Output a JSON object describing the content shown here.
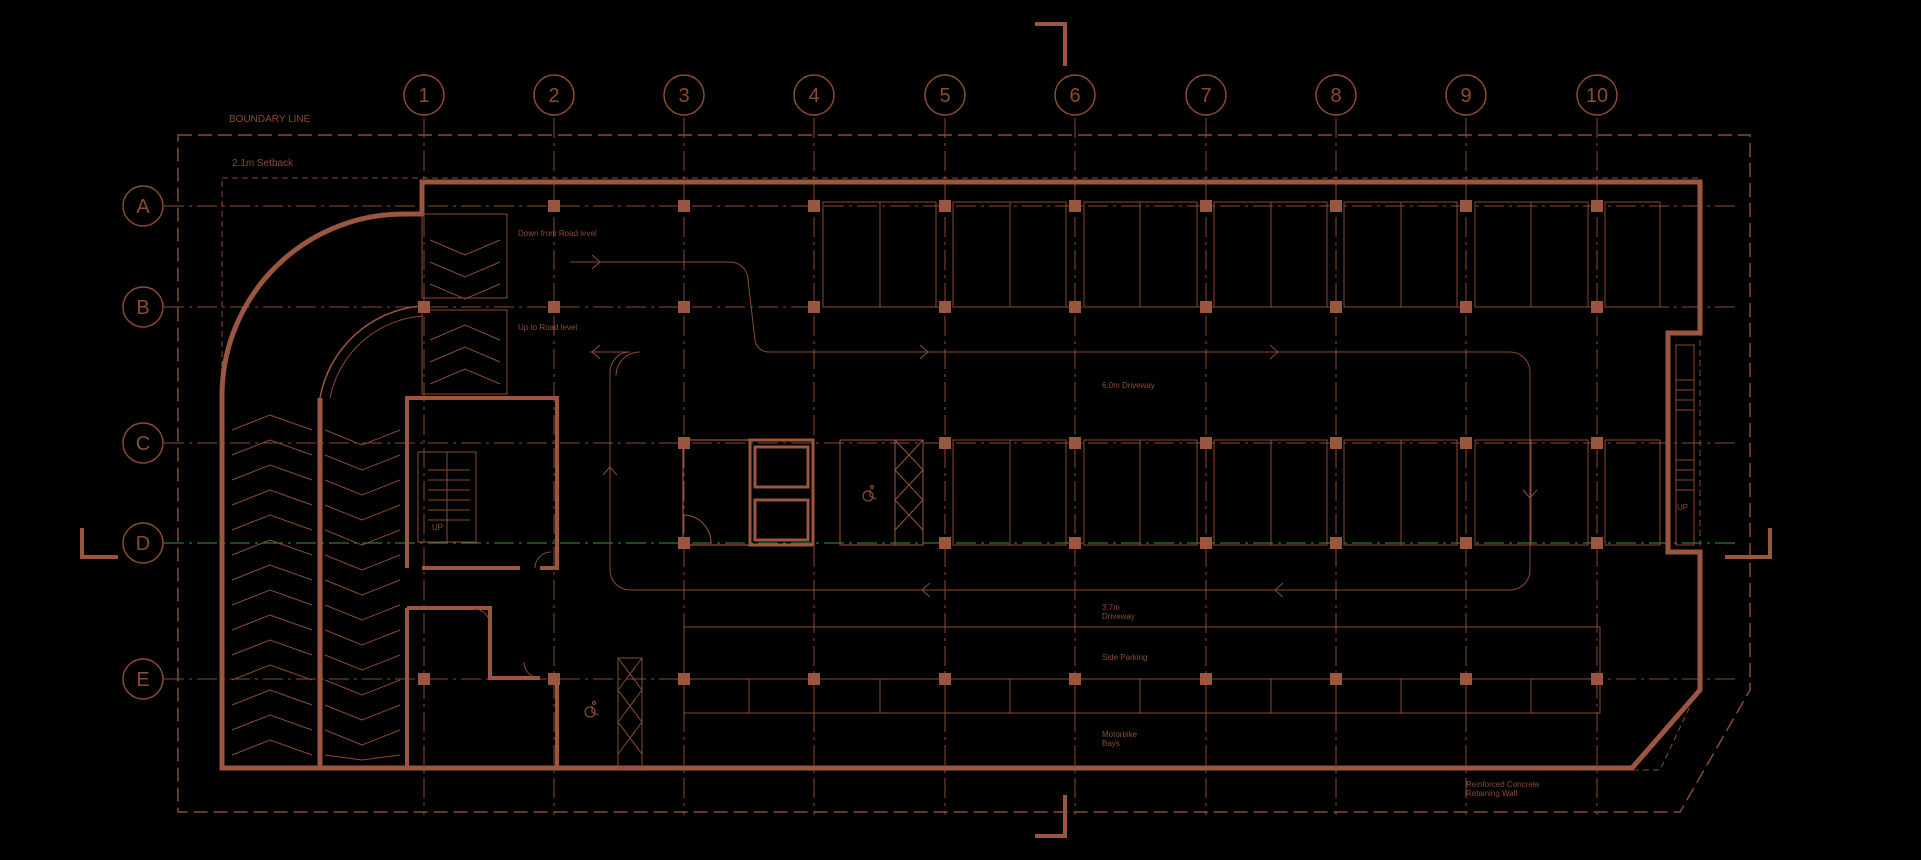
{
  "colors": {
    "background": "#000000",
    "line": "#8a4a35",
    "wall": "#9b5640",
    "accent_green": "#2f7a2a"
  },
  "grid": {
    "columns": [
      "1",
      "2",
      "3",
      "4",
      "5",
      "6",
      "7",
      "8",
      "9",
      "10"
    ],
    "rows": [
      "A",
      "B",
      "C",
      "D",
      "E"
    ]
  },
  "labels": {
    "boundary_line": "BOUNDARY LINE",
    "setback": "2.1m Setback",
    "down_from_road": "Down from Road level",
    "up_to_road": "Up to Road level",
    "driveway_6m": "6.0m Driveway",
    "driveway_37_a": "3.7m",
    "driveway_37_b": "Driveway",
    "side_parking": "Side Parking",
    "motorbike_a": "Motorbike",
    "motorbike_b": "Bays",
    "retaining_a": "Reinforced Concrete",
    "retaining_b": "Retaining Wall",
    "up_1": "UP",
    "up_2": "UP"
  },
  "icons": [
    "wheelchair-icon",
    "wheelchair-icon"
  ]
}
